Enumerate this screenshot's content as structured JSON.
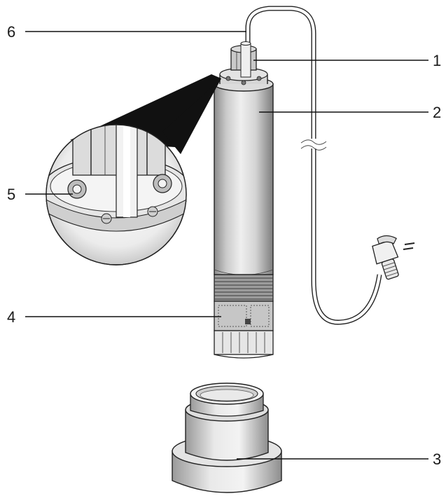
{
  "diagram": {
    "callouts": [
      {
        "id": "1",
        "label": "1"
      },
      {
        "id": "2",
        "label": "2"
      },
      {
        "id": "3",
        "label": "3"
      },
      {
        "id": "4",
        "label": "4"
      },
      {
        "id": "5",
        "label": "5"
      },
      {
        "id": "6",
        "label": "6"
      }
    ],
    "parts": [
      "cable-gland",
      "pump-housing",
      "base-stand",
      "intake-strainer",
      "mounting-eyelet",
      "power-cable",
      "power-plug"
    ]
  }
}
